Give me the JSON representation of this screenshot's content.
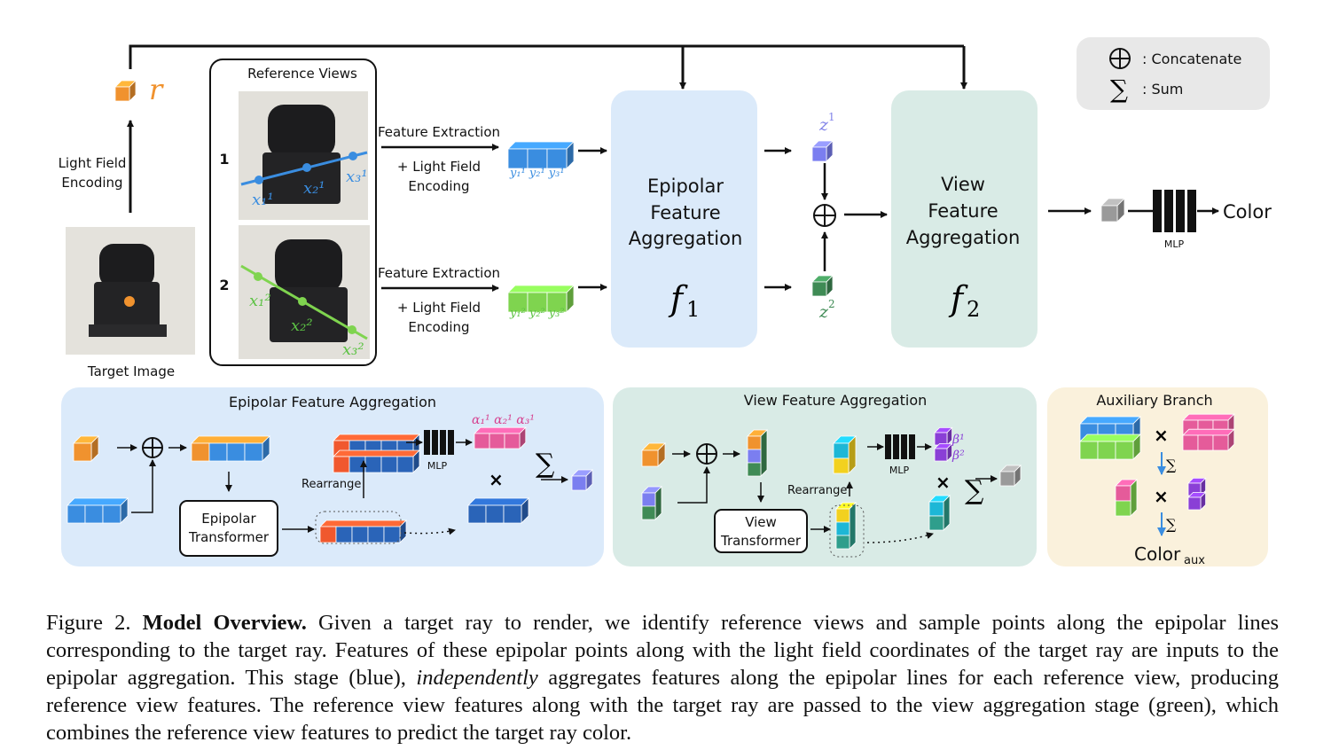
{
  "legend": {
    "concat": ": Concatenate",
    "sum": ": Sum"
  },
  "top": {
    "ray_label": "r",
    "lf_encoding_1": "Light Field",
    "lf_encoding_2": "Encoding",
    "target_image": "Target Image",
    "reference_views": "Reference Views",
    "view_1": "1",
    "view_2": "2",
    "fe_1_a": "Feature Extraction",
    "fe_1_b": "+ Light Field",
    "fe_1_c": "Encoding",
    "fe_2_a": "Feature Extraction",
    "fe_2_b": "+ Light Field",
    "fe_2_c": "Encoding",
    "epi_title_1": "Epipolar",
    "epi_title_2": "Feature",
    "epi_title_3": "Aggregation",
    "epi_func": "f",
    "epi_sub": "1",
    "view_title_1": "View",
    "view_title_2": "Feature",
    "view_title_3": "Aggregation",
    "view_func": "f",
    "view_sub": "2",
    "z": "z",
    "z1_sup": "1",
    "z2_sup": "2",
    "mlp": "MLP",
    "color": "Color"
  },
  "bottom": {
    "epi_panel_title": "Epipolar Feature Aggregation",
    "epi_transformer_1": "Epipolar",
    "epi_transformer_2": "Transformer",
    "rearrange": "Rearrange",
    "mlp": "MLP",
    "view_panel_title": "View Feature Aggregation",
    "view_transformer_1": "View",
    "view_transformer_2": "Transformer",
    "rearrange_2": "Rearrange",
    "mlp_2": "MLP",
    "aux_title": "Auxiliary Branch",
    "color_aux": "Color",
    "color_aux_sub": "aux"
  },
  "caption": {
    "label": "Figure 2.",
    "bold": "Model Overview.",
    "text_1": "Given a target ray to render, we identify reference views and sample points along the epipolar lines corresponding to the target ray. Features of these epipolar points along with the light field coordinates of the target ray are inputs to the epipolar aggregation. This stage (blue),",
    "italic": "independently",
    "text_2": "aggregates features along the epipolar lines for each reference view, producing reference view features. The reference view features along with the target ray are passed to the view aggregation stage (green), which combines the reference view features to predict the target ray color."
  }
}
